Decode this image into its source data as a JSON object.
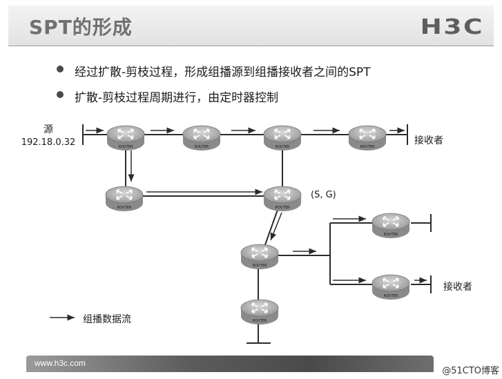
{
  "slide": {
    "title": "SPT的形成",
    "logo": "H3C",
    "bullets": [
      "经过扩散-剪枝过程，形成组播源到组播接收者之间的SPT",
      "扩散-剪枝过程周期进行，由定时器控制"
    ]
  },
  "diagram": {
    "source_label": "源",
    "source_ip": "192.18.0.32",
    "receiver_label_top": "接收者",
    "receiver_label_bottom": "接收者",
    "sg_label": "(S, G)",
    "router_label": "ROUTER",
    "legend_label": "组播数据流"
  },
  "footer": {
    "url": "www.h3c.com"
  },
  "watermark": "@51CTO博客",
  "colors": {
    "router_fill": "#b9b9b9",
    "link": "#2a2a2a",
    "title_text": "#707070"
  }
}
